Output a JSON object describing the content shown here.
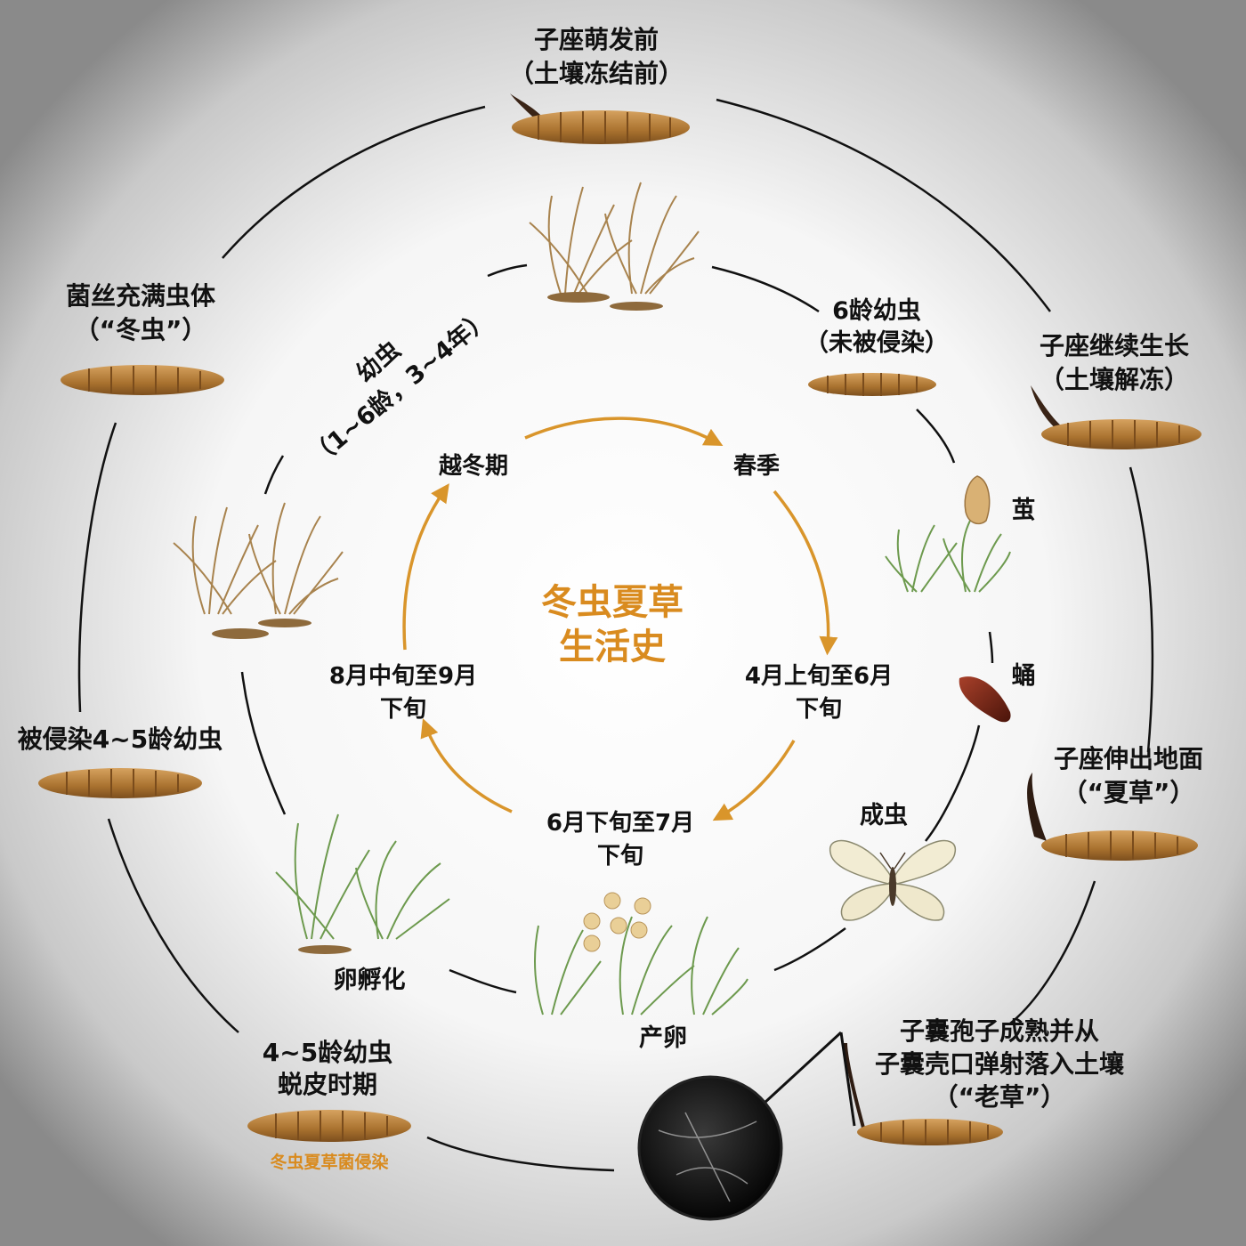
{
  "center": {
    "title_line1": "冬虫夏草",
    "title_line2": "生活史"
  },
  "inner_cycle": {
    "winter": "越冬期",
    "spring": "春季",
    "period_right_line1": "4月上旬至6月",
    "period_right_line2": "下旬",
    "period_bottom_line1": "6月下旬至7月",
    "period_bottom_line2": "下旬",
    "period_left_line1": "8月中旬至9月",
    "period_left_line2": "下旬"
  },
  "middle_ring": {
    "larva_title": "幼虫",
    "larva_subtitle": "（1~6龄，3~4年）",
    "instar6_line1": "6龄幼虫",
    "instar6_line2": "（未被侵染）",
    "cocoon": "茧",
    "pupa": "蛹",
    "adult": "成虫",
    "egg_laying": "产卵",
    "egg_hatching": "卵孵化"
  },
  "outer_ring": {
    "top_line1": "子座萌发前",
    "top_line2": "（土壤冻结前）",
    "right_top_line1": "子座继续生长",
    "right_top_line2": "（土壤解冻）",
    "right_mid_line1": "子座伸出地面",
    "right_mid_line2": "（“夏草”）",
    "bottom_right_line1": "子囊孢子成熟并从",
    "bottom_right_line2": "子囊壳口弹射落入土壤",
    "bottom_right_line3": "（“老草”）",
    "bottom_left_line1": "4~5龄幼虫",
    "bottom_left_line2": "蜕皮时期",
    "infection_note": "冬虫夏草菌侵染",
    "left_mid": "被侵染4~5龄幼虫",
    "top_left_line1": "菌丝充满虫体",
    "top_left_line2": "（“冬虫”）"
  },
  "colors": {
    "accent_orange": "#d98b1f",
    "larva_brown": "#b07a3c",
    "grass_green": "#6d9a4e",
    "dry_grass": "#a8834e",
    "pupa_red": "#7a2412",
    "text": "#111111"
  }
}
